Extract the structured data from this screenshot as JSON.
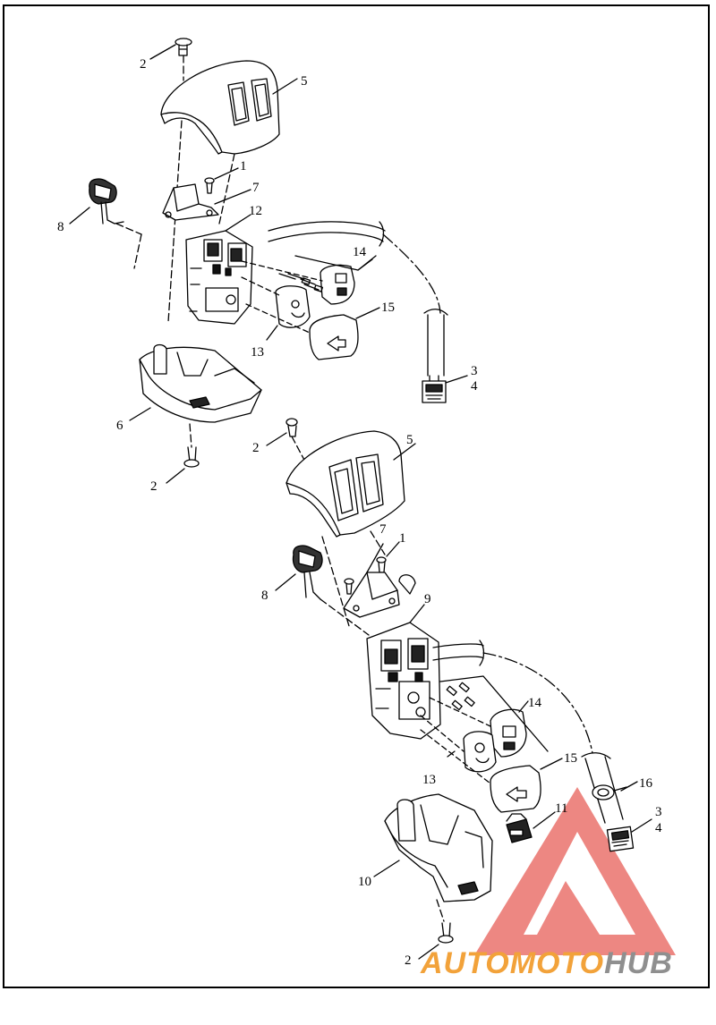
{
  "callouts": {
    "top": [
      {
        "id": "c-t-2a",
        "text": "2"
      },
      {
        "id": "c-t-5",
        "text": "5"
      },
      {
        "id": "c-t-1",
        "text": "1"
      },
      {
        "id": "c-t-7",
        "text": "7"
      },
      {
        "id": "c-t-8",
        "text": "8"
      },
      {
        "id": "c-t-12",
        "text": "12"
      },
      {
        "id": "c-t-14",
        "text": "14"
      },
      {
        "id": "c-t-15",
        "text": "15"
      },
      {
        "id": "c-t-13",
        "text": "13"
      },
      {
        "id": "c-t-3",
        "text": "3"
      },
      {
        "id": "c-t-4",
        "text": "4"
      },
      {
        "id": "c-t-6",
        "text": "6"
      },
      {
        "id": "c-t-2b",
        "text": "2"
      },
      {
        "id": "c-t-2c",
        "text": "2"
      }
    ],
    "bottom": [
      {
        "id": "c-b-5",
        "text": "5"
      },
      {
        "id": "c-b-7",
        "text": "7"
      },
      {
        "id": "c-b-1",
        "text": "1"
      },
      {
        "id": "c-b-8",
        "text": "8"
      },
      {
        "id": "c-b-9",
        "text": "9"
      },
      {
        "id": "c-b-14",
        "text": "14"
      },
      {
        "id": "c-b-15",
        "text": "15"
      },
      {
        "id": "c-b-13",
        "text": "13"
      },
      {
        "id": "c-b-16",
        "text": "16"
      },
      {
        "id": "c-b-11",
        "text": "11"
      },
      {
        "id": "c-b-3",
        "text": "3"
      },
      {
        "id": "c-b-4",
        "text": "4"
      },
      {
        "id": "c-b-10",
        "text": "10"
      },
      {
        "id": "c-b-2",
        "text": "2"
      }
    ]
  },
  "watermark": {
    "part1": "AUTO",
    "part2": "MOTO",
    "part3": "HUB",
    "color_orange": "#f2a23a",
    "color_gray": "#8f8f8f",
    "color_red": "#e8665f"
  }
}
